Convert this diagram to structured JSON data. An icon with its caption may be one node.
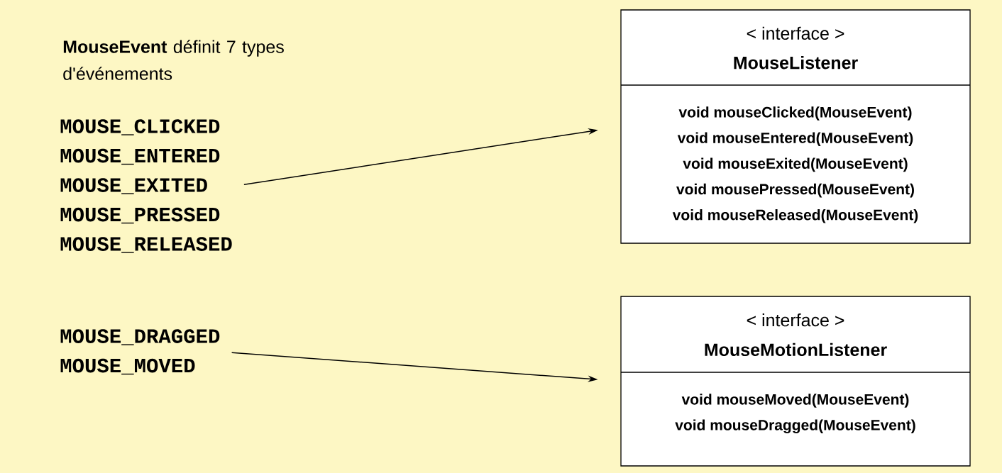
{
  "diagram": {
    "nodes": [
      {
        "text": [
          "MOUSE_CLICKED",
          "MOUSE_ENTERED",
          "MOUSE_EXITED",
          "MOUSE_PRESSED",
          "MOUSE_RELEASED"
        ]
      },
      {
        "text": [
          "< interface >",
          "MouseListener",
          "void mouseClicked(MouseEvent)",
          "void mouseEntered(MouseEvent)",
          "void mouseExited(MouseEvent)",
          "void mousePressed(MouseEvent)",
          "void mouseReleased(MouseEvent)"
        ]
      },
      {
        "text": [
          "MOUSE_DRAGGED",
          "MOUSE_MOVED"
        ]
      },
      {
        "text": [
          "< interface >",
          "MouseMotionListener",
          "void mouseMoved(MouseEvent)",
          "void mouseDragged(MouseEvent)"
        ]
      }
    ],
    "edges": [
      {
        "from": 0,
        "to": 1,
        "arrow": "to"
      },
      {
        "from": 2,
        "to": 3,
        "arrow": "to"
      }
    ],
    "labels": [
      "**MouseEvent** définit 7 types d'événements"
    ]
  }
}
